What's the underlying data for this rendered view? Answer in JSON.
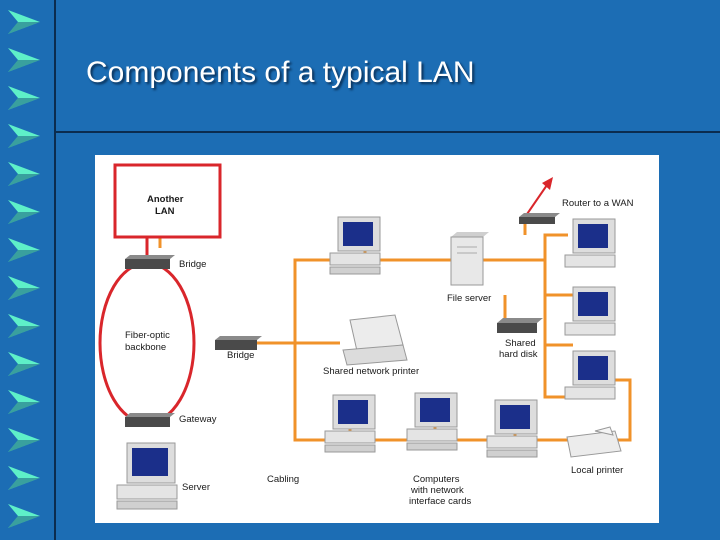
{
  "slide": {
    "title": "Components of a typical LAN",
    "background_color": "#1c6db4",
    "decor_color": "#5ef0c8"
  },
  "diagram": {
    "cable_color": "#f0922a",
    "backbone_color": "#d9262b",
    "labels": {
      "another_lan_1": "Another",
      "another_lan_2": "LAN",
      "bridge_top": "Bridge",
      "backbone_1": "Fiber-optic",
      "backbone_2": "backbone",
      "bridge_mid": "Bridge",
      "gateway": "Gateway",
      "server": "Server",
      "cabling": "Cabling",
      "file_server": "File server",
      "shared_printer": "Shared network printer",
      "shared_disk_1": "Shared",
      "shared_disk_2": "hard disk",
      "router": "Router to a WAN",
      "local_printer": "Local printer",
      "computers_1": "Computers",
      "computers_2": "with network",
      "computers_3": "interface cards"
    }
  }
}
